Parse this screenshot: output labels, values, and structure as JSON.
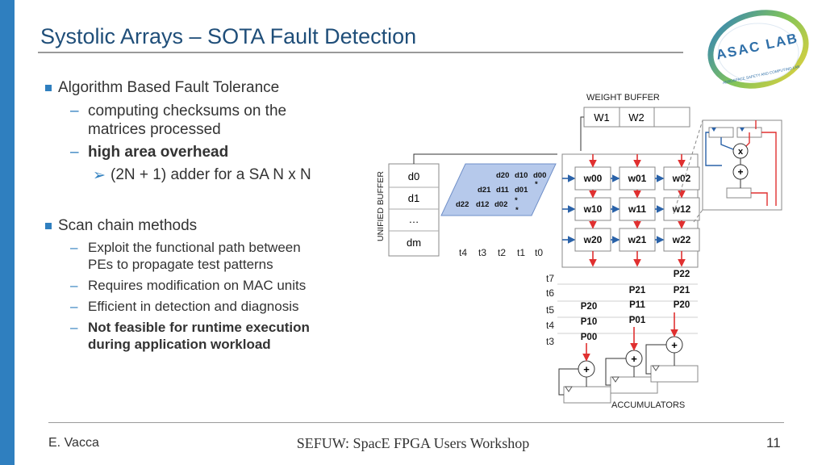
{
  "slide": {
    "title": "Systolic Arrays – SOTA Fault Detection",
    "footer": {
      "author": "E. Vacca",
      "event": "SEFUW: SpacE FPGA Users Workshop",
      "page": "11"
    }
  },
  "logo": {
    "name": "ASAC LAB",
    "tagline": "AEROSPACE SAFETY AND COMPUTING LAB"
  },
  "bullets": [
    {
      "text": "Algorithm Based Fault Tolerance",
      "sub": [
        "computing checksums on the",
        "matrices processed",
        "high area overhead"
      ],
      "subsub": "(2N + 1) adder for a SA N x N"
    },
    {
      "text": "Scan chain methods",
      "sub": [
        "Exploit the functional path between",
        "PEs to propagate test patterns",
        "Requires modification on MAC units",
        "Efficient in detection and diagnosis",
        "Not feasible for runtime execution",
        "during application workload"
      ]
    }
  ],
  "diagram": {
    "weight_buffer": {
      "label": "WEIGHT BUFFER",
      "cells": [
        "W1",
        "W2",
        ""
      ]
    },
    "unified_buffer": {
      "label": "UNIFIED BUFFER",
      "cells": [
        "d0",
        "d1",
        "…",
        "dm"
      ]
    },
    "pe_grid": [
      [
        "w00",
        "w01",
        "w02"
      ],
      [
        "w10",
        "w11",
        "w12"
      ],
      [
        "w20",
        "w21",
        "w22"
      ]
    ],
    "data_skew": [
      [
        "d20",
        "d10",
        "d00",
        "*"
      ],
      [
        "d21",
        "d11",
        "d01",
        "*"
      ],
      [
        "d22",
        "d12",
        "d02",
        "*"
      ]
    ],
    "input_times": [
      "t4",
      "t3",
      "t2",
      "t1",
      "t0"
    ],
    "output_times": [
      "t7",
      "t6",
      "t5",
      "t4",
      "t3"
    ],
    "outputs": {
      "col0": [
        "P20",
        "P10",
        "P00"
      ],
      "col1": [
        "P21",
        "P11",
        "P01"
      ],
      "col2": [
        "P22",
        "P21",
        "P20"
      ]
    },
    "mac_detail": {
      "mult": "x",
      "add": "+"
    },
    "adders": [
      "+",
      "+",
      "+"
    ],
    "accumulators_label": "ACCUMULATORS"
  }
}
